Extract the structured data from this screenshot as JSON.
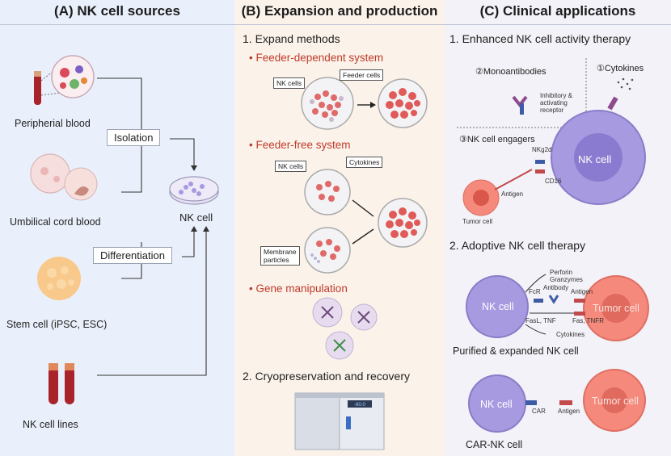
{
  "panel_a": {
    "title": "(A) NK cell sources",
    "sources": {
      "peripheral_blood": "Peripherial blood",
      "umbilical_cord_blood": "Umbilical cord blood",
      "stem_cell": "Stem cell (iPSC, ESC)",
      "nk_cell_lines": "NK cell lines"
    },
    "isolation": "Isolation",
    "differentiation": "Differentiation",
    "nk_cell": "NK cell"
  },
  "panel_b": {
    "title": "(B) Expansion and production",
    "expand_methods": "1. Expand methods",
    "feeder_dependent": "Feeder-dependent system",
    "feeder_free": "Feeder-free system",
    "gene_manipulation": "Gene manipulation",
    "cryo": "2. Cryopreservation and recovery",
    "tags": {
      "nk_cells": "NK cells",
      "feeder_cells": "Feeder cells",
      "cytokines": "Cytokines",
      "membrane_particles_1": "Membrane",
      "membrane_particles_2": "particles"
    },
    "bullet": "•",
    "device_display": "-80.0"
  },
  "panel_c": {
    "title": "(C) Clinical applications",
    "enhanced": "1. Enhanced NK cell activity therapy",
    "monoantibodies": "②Monoantibodies",
    "cytokines": "①Cytokines",
    "engagers": "③NK cell engagers",
    "inhibitory_1": "Inhibitory &",
    "inhibitory_2": "activating",
    "inhibitory_3": "receptor",
    "nkg2d": "NKg2d",
    "cd16": "CD16",
    "antigen": "Antigen",
    "tumor_cell": "Tumor cell",
    "nk_cell": "NK cell",
    "adoptive": "2. Adoptive NK cell therapy",
    "perforin": "Perforin",
    "granzymes": "Granzymes",
    "fcr": "FcR",
    "antibody": "Antibody",
    "fasl_tnf": "FasL, TNF",
    "fas_tnfr": "Fas, TNFR",
    "cytokines_small": "Cytokines",
    "tumor_cell_label": "Tumor cell",
    "purified": "Purified & expanded NK cell",
    "car": "CAR",
    "car_nk": "CAR-NK cell"
  },
  "colors": {
    "panel_a_bg": "#eaf0fb",
    "panel_b_bg": "#fbf3ea",
    "panel_c_bg": "#f2f2f8",
    "nk_cell": "#9e8fd8",
    "tumor_cell": "#f2867a",
    "subsection_red": "#c0392b"
  }
}
